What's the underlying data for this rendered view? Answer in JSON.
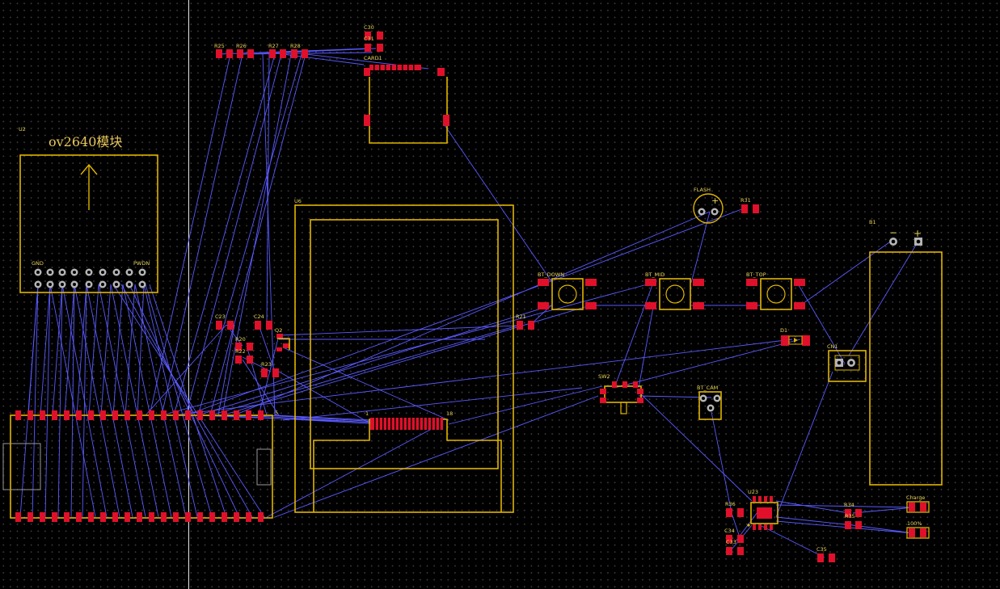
{
  "module_label": "ov2640模块",
  "module_pin_labels": {
    "left": "GND",
    "right": "PWDN"
  },
  "designators": {
    "u2": "U2",
    "u6": "U6",
    "r25": "R25",
    "r26": "R26",
    "r27": "R27",
    "r28": "R28",
    "c30": "C30",
    "c31": "C31",
    "card1": "CARD1",
    "c23": "C23",
    "c24": "C24",
    "q2": "Q2",
    "r20": "R20",
    "r22": "R22",
    "r23": "R23",
    "r21": "R21",
    "bt_down": "BT_DOWN",
    "bt_mid": "BT_MID",
    "bt_top": "BT_TOP",
    "bt_cam": "BT_CAM",
    "flash": "FLASH",
    "r31": "R31",
    "b1": "B1",
    "d1": "D1",
    "cn1": "CN1",
    "sw2": "SW2",
    "u23": "U23",
    "r36": "R36",
    "r34": "R34",
    "r35": "R35",
    "c34": "C34",
    "c33": "C33",
    "c35": "C35",
    "charge": "Charge",
    "full": "100%"
  },
  "connector_labels": {
    "pin1": "1",
    "pin18": "18"
  },
  "polarity": {
    "minus": "−",
    "plus": "+"
  },
  "colors": {
    "copper": "#e0102a",
    "silk": "#e0b400",
    "ratsnest": "#5a5aff",
    "background": "#000000"
  }
}
